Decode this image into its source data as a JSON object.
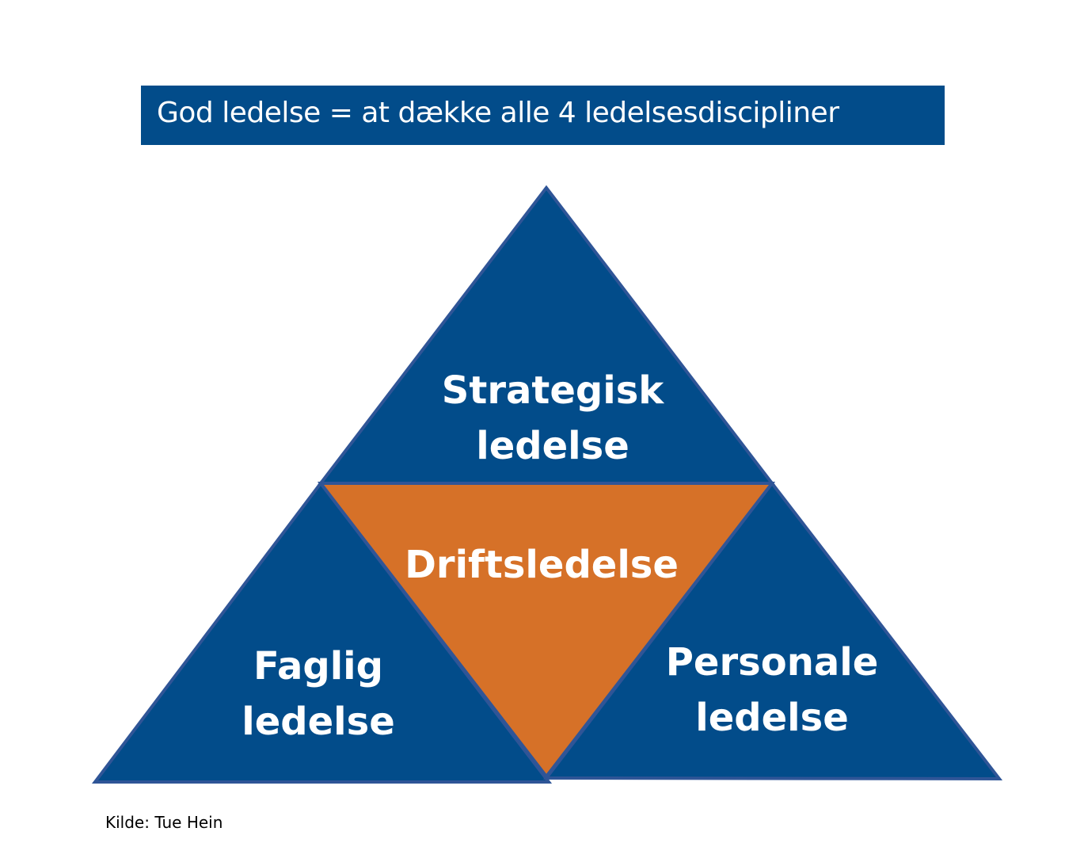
{
  "title": "God ledelse = at dække alle 4 ledelsesdiscipliner",
  "colors": {
    "primary_blue": "#024c8a",
    "outline_blue": "#2f5597",
    "orange": "#d67128",
    "text_white": "#ffffff"
  },
  "segments": {
    "top": {
      "line1": "Strategisk",
      "line2": "ledelse"
    },
    "center": {
      "line1": "Driftsledelse"
    },
    "left": {
      "line1": "Faglig",
      "line2": "ledelse"
    },
    "right": {
      "line1": "Personale",
      "line2": "ledelse"
    }
  },
  "source": "Kilde: Tue Hein"
}
